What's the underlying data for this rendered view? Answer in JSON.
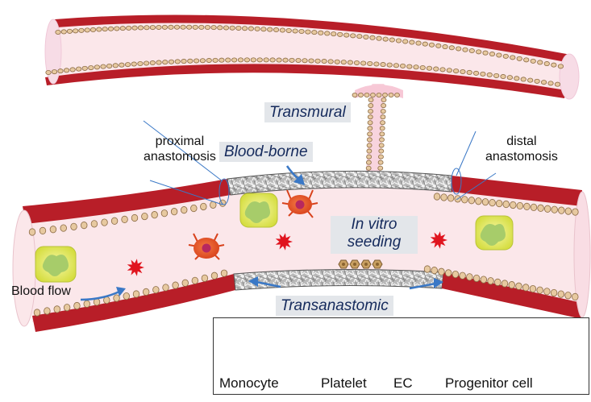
{
  "labels": {
    "transmural": "Transmural",
    "blood_borne": "Blood-borne",
    "in_vitro_seeding_1": "In vitro",
    "in_vitro_seeding_2": "seeding",
    "transanastomic": "Transanastomic",
    "proximal_1": "proximal",
    "proximal_2": "anastomosis",
    "distal_1": "distal",
    "distal_2": "anastomosis",
    "blood_flow": "Blood flow"
  },
  "legend": {
    "monocyte": "Monocyte",
    "platelet": "Platelet",
    "ec": "EC",
    "progenitor_cell": "Progenitor cell"
  },
  "colors": {
    "vessel_wall": "#b81e28",
    "vessel_lumen": "#fbe7ea",
    "graft": "#9a9a9a",
    "monocyte": "#e8ee6a",
    "platelet": "#e0141e",
    "ec": "#e7c9a0",
    "progenitor": "#ec5a2a",
    "label_box": "#e3e6ea",
    "label_text": "#152a5c"
  }
}
